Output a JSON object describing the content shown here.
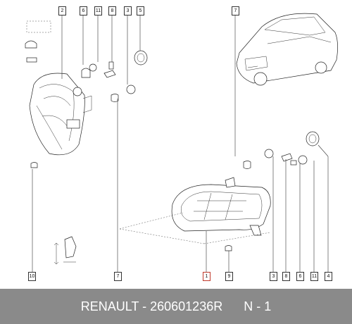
{
  "callouts": [
    {
      "id": "top-2",
      "text": "2"
    },
    {
      "id": "top-6",
      "text": "6"
    },
    {
      "id": "top-11",
      "text": "11"
    },
    {
      "id": "top-8",
      "text": "8"
    },
    {
      "id": "top-3",
      "text": "3"
    },
    {
      "id": "top-5",
      "text": "5"
    },
    {
      "id": "top-7",
      "text": "7"
    },
    {
      "id": "left-10",
      "text": "10"
    },
    {
      "id": "mid-7",
      "text": "7"
    },
    {
      "id": "bottom-1",
      "text": "1"
    },
    {
      "id": "bottom-9",
      "text": "9"
    },
    {
      "id": "bottom-3",
      "text": "3"
    },
    {
      "id": "bottom-8",
      "text": "8"
    },
    {
      "id": "bottom-6",
      "text": "6"
    },
    {
      "id": "bottom-11",
      "text": "11"
    },
    {
      "id": "bottom-4",
      "text": "4"
    }
  ],
  "footer": {
    "text": "RENAULT - 260601236R      N - 1"
  },
  "colors": {
    "footer_bg": "#8a8a8a",
    "footer_text": "#ffffff",
    "highlight_callout": "#c0392b"
  }
}
